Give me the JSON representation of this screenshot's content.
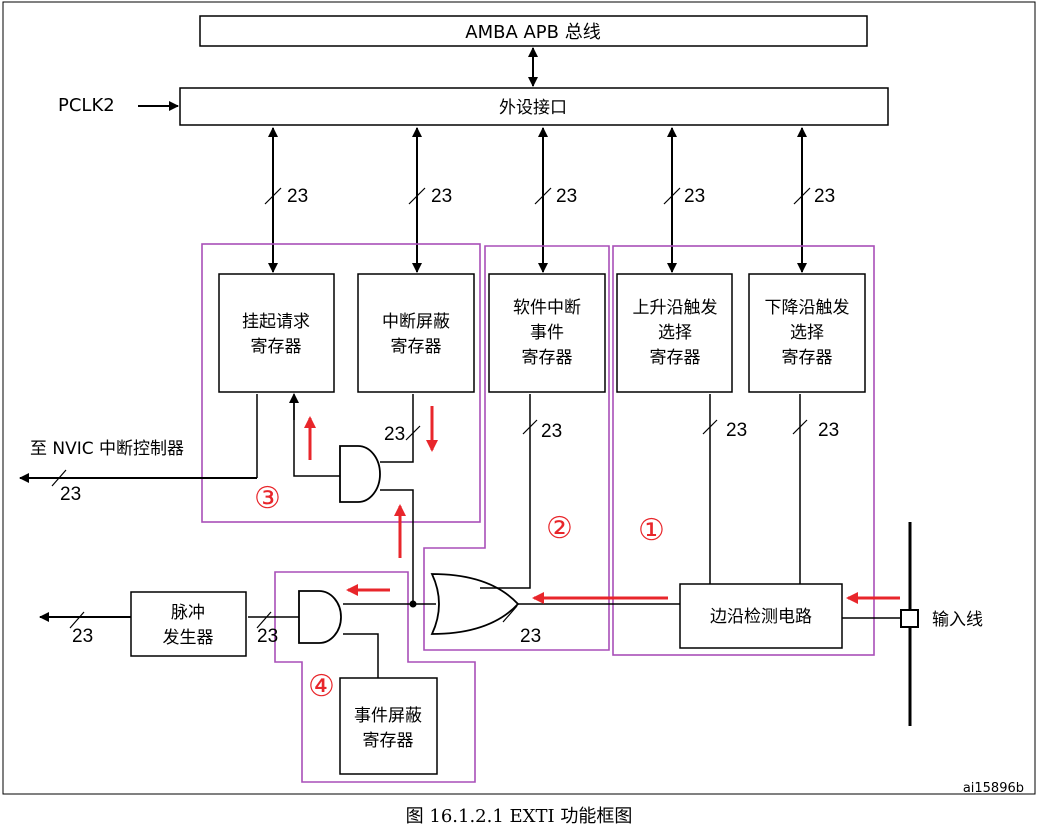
{
  "apb_bus": "AMBA APB 总线",
  "peripheral_interface": "外设接口",
  "pclk": "PCLK2",
  "bus_width": "23",
  "registers": {
    "pending": [
      "挂起请求",
      "寄存器"
    ],
    "int_mask": [
      "中断屏蔽",
      "寄存器"
    ],
    "sw_int_event": [
      "软件中断",
      "事件",
      "寄存器"
    ],
    "rising_trigger": [
      "上升沿触发",
      "选择",
      "寄存器"
    ],
    "falling_trigger": [
      "下降沿触发",
      "选择",
      "寄存器"
    ],
    "event_mask": [
      "事件屏蔽",
      "寄存器"
    ]
  },
  "edge_detect": "边沿检测电路",
  "pulse_gen": [
    "脉冲",
    "发生器"
  ],
  "input_line": "输入线",
  "to_nvic": "至 NVIC 中断控制器",
  "markers": [
    "①",
    "②",
    "③",
    "④"
  ],
  "figure_id": "ai15896b",
  "caption": "图 16.1.2.1 EXTI 功能框图",
  "colors": {
    "highlight": "#a84fb8",
    "arrow": "#e8262b",
    "line": "#000000"
  }
}
